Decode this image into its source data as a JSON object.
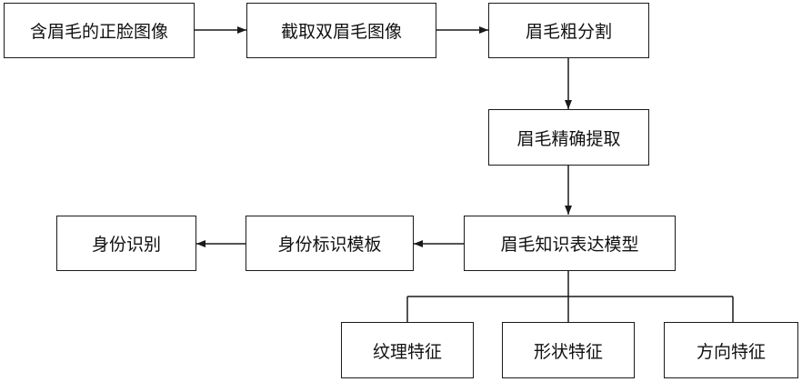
{
  "diagram": {
    "nodes": {
      "face_image": "含眉毛的正脸图像",
      "crop_eyebrows": "截取双眉毛图像",
      "coarse_segmentation": "眉毛粗分割",
      "precise_extraction": "眉毛精确提取",
      "knowledge_model": "眉毛知识表达模型",
      "identity_template": "身份标识模板",
      "identity_recognition": "身份识别",
      "texture_feature": "纹理特征",
      "shape_feature": "形状特征",
      "direction_feature": "方向特征"
    },
    "edges": [
      {
        "from": "face_image",
        "to": "crop_eyebrows",
        "type": "arrow"
      },
      {
        "from": "crop_eyebrows",
        "to": "coarse_segmentation",
        "type": "arrow"
      },
      {
        "from": "coarse_segmentation",
        "to": "precise_extraction",
        "type": "arrow"
      },
      {
        "from": "precise_extraction",
        "to": "knowledge_model",
        "type": "arrow"
      },
      {
        "from": "knowledge_model",
        "to": "identity_template",
        "type": "arrow"
      },
      {
        "from": "identity_template",
        "to": "identity_recognition",
        "type": "arrow"
      },
      {
        "from": "knowledge_model",
        "to": "texture_feature",
        "type": "line"
      },
      {
        "from": "knowledge_model",
        "to": "shape_feature",
        "type": "line"
      },
      {
        "from": "knowledge_model",
        "to": "direction_feature",
        "type": "line"
      }
    ]
  }
}
